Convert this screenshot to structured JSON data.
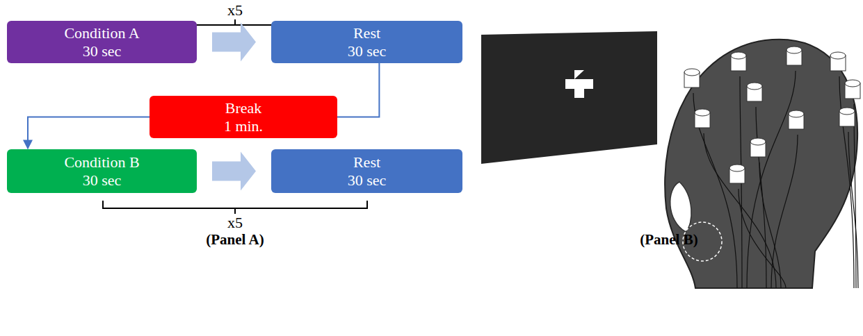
{
  "diagram": {
    "nodes": [
      {
        "text": [
          "Condition A",
          "30 sec"
        ]
      },
      {
        "text": [
          "Rest",
          "30 sec"
        ]
      },
      {
        "text": [
          "Break",
          "1 min."
        ]
      },
      {
        "text": [
          "Condition B",
          "30 sec"
        ]
      },
      {
        "text": [
          "Rest",
          "30 sec"
        ]
      }
    ],
    "edges": [
      {
        "from": 0,
        "to": 1,
        "arrow": "to"
      },
      {
        "from": 1,
        "to": 2,
        "arrow": "none"
      },
      {
        "from": 2,
        "to": 3,
        "arrow": "to"
      },
      {
        "from": 3,
        "to": 4,
        "arrow": "to"
      }
    ],
    "labels": [
      "x5",
      "x5",
      "(Panel A)",
      "(Panel B)"
    ]
  }
}
